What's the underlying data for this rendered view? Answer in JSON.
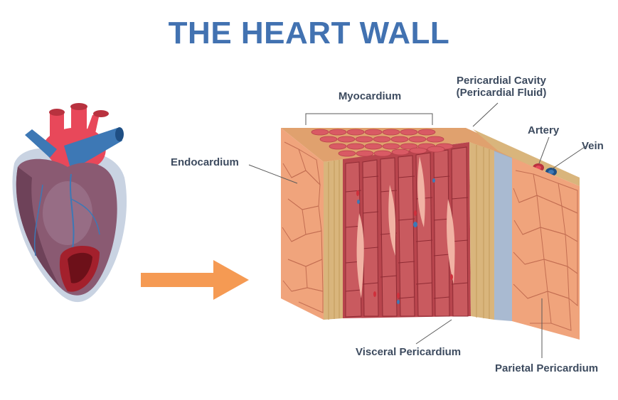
{
  "title": "THE HEART WALL",
  "labels": {
    "myocardium": "Myocardium",
    "pericardial_cavity_line1": "Pericardial Cavity",
    "pericardial_cavity_line2": "(Pericardial Fluid)",
    "artery": "Artery",
    "vein": "Vein",
    "endocardium": "Endocardium",
    "visceral_pericardium": "Visceral Pericardium",
    "parietal_pericardium": "Parietal Pericardium"
  },
  "colors": {
    "title": "#4272b1",
    "label_text": "#3d4b5f",
    "leader_line": "#5a5a5a",
    "arrow": "#f59a53",
    "muscle_dark": "#b8454d",
    "muscle_light": "#e0847f",
    "fat_layer": "#d9b57c",
    "outer_tissue": "#f0a47c",
    "heart_body": "#8a5a72",
    "aorta": "#e8485a",
    "vessel_blue": "#3d78b5"
  }
}
